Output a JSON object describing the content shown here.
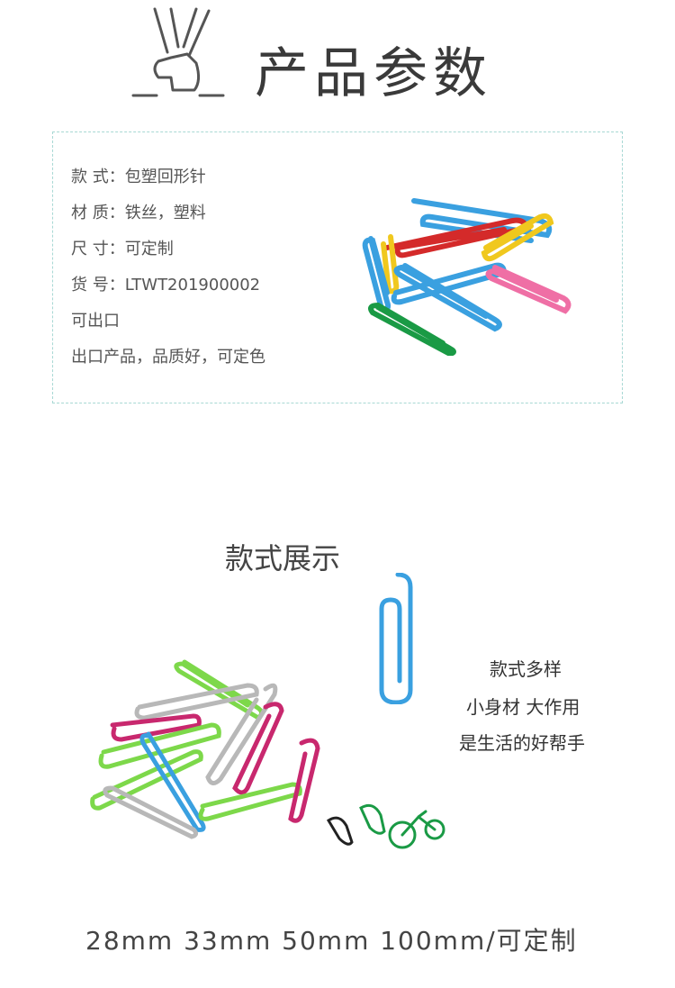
{
  "header": {
    "title": "产品参数"
  },
  "params": {
    "lines": [
      "款  式：包塑回形针",
      "材  质：铁丝，塑料",
      "尺  寸：可定制",
      "货  号：LTWT201900002",
      "可出口",
      "出口产品，品质好，可定色"
    ]
  },
  "showcase": {
    "title": "款式展示",
    "slogans": [
      "款式多样",
      "小身材 大作用",
      "是生活的好帮手"
    ]
  },
  "sizes": {
    "text": "28mm 33mm 50mm 100mm/可定制"
  },
  "colors": {
    "blue": "#3aa0e0",
    "red": "#d42a2a",
    "yellow": "#f0c81e",
    "pink": "#ef6fa5",
    "green": "#1a9a45",
    "lime": "#7dd84a",
    "magenta": "#c8286e",
    "silver": "#b8b8b8",
    "border": "#a8d8d4"
  }
}
